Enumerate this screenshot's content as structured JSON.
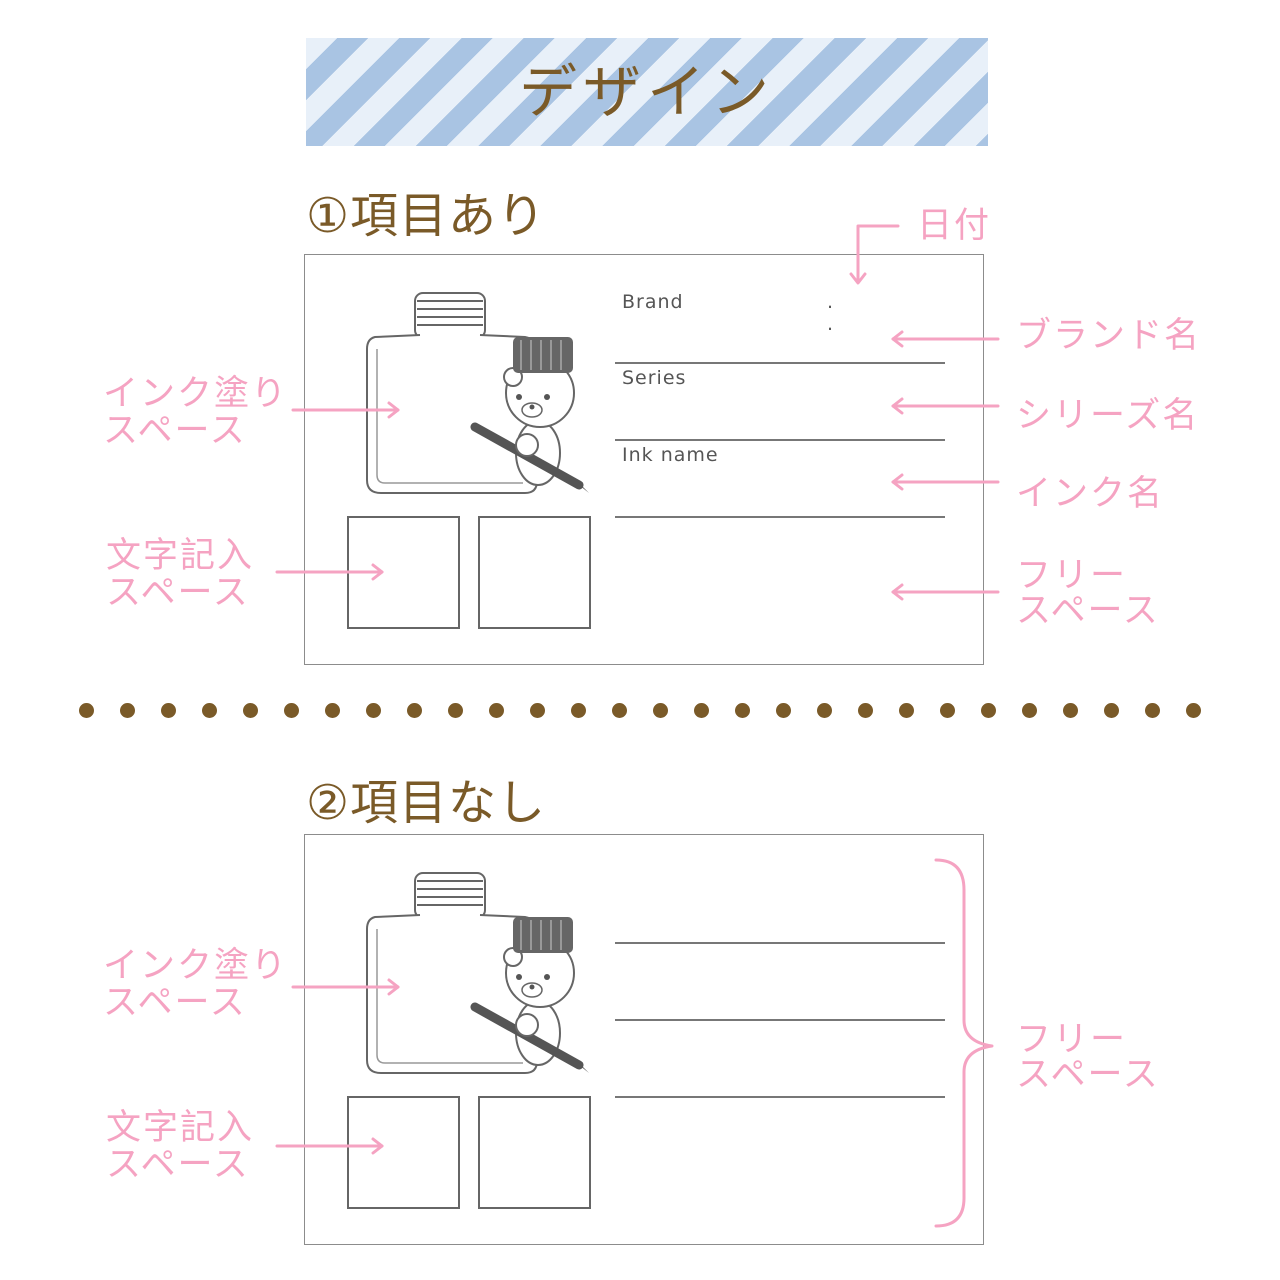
{
  "title": "デザイン",
  "colors": {
    "tape_light": "#e8f0f9",
    "tape_dark": "#a9c4e3",
    "heading": "#7a5a28",
    "annotation": "#f5a3c2",
    "dots": "#7a5a28"
  },
  "section1": {
    "heading": "①項目あり",
    "card": {
      "brand_label": "Brand",
      "date_dots": ". .",
      "series_label": "Series",
      "ink_label": "Ink name"
    },
    "annotations": {
      "date": "日付",
      "brand": "ブランド名",
      "series": "シリーズ名",
      "ink": "インク名",
      "free_line1": "フリー",
      "free_line2": "スペース",
      "ink_space_line1": "インク塗り",
      "ink_space_line2": "スペース",
      "text_space_line1": "文字記入",
      "text_space_line2": "スペース"
    }
  },
  "section2": {
    "heading": "②項目なし",
    "annotations": {
      "free_line1": "フリー",
      "free_line2": "スペース",
      "ink_space_line1": "インク塗り",
      "ink_space_line2": "スペース",
      "text_space_line1": "文字記入",
      "text_space_line2": "スペース"
    }
  },
  "illustration": {
    "icon": "ink-bottle-bear-with-fountain-pen-icon"
  }
}
